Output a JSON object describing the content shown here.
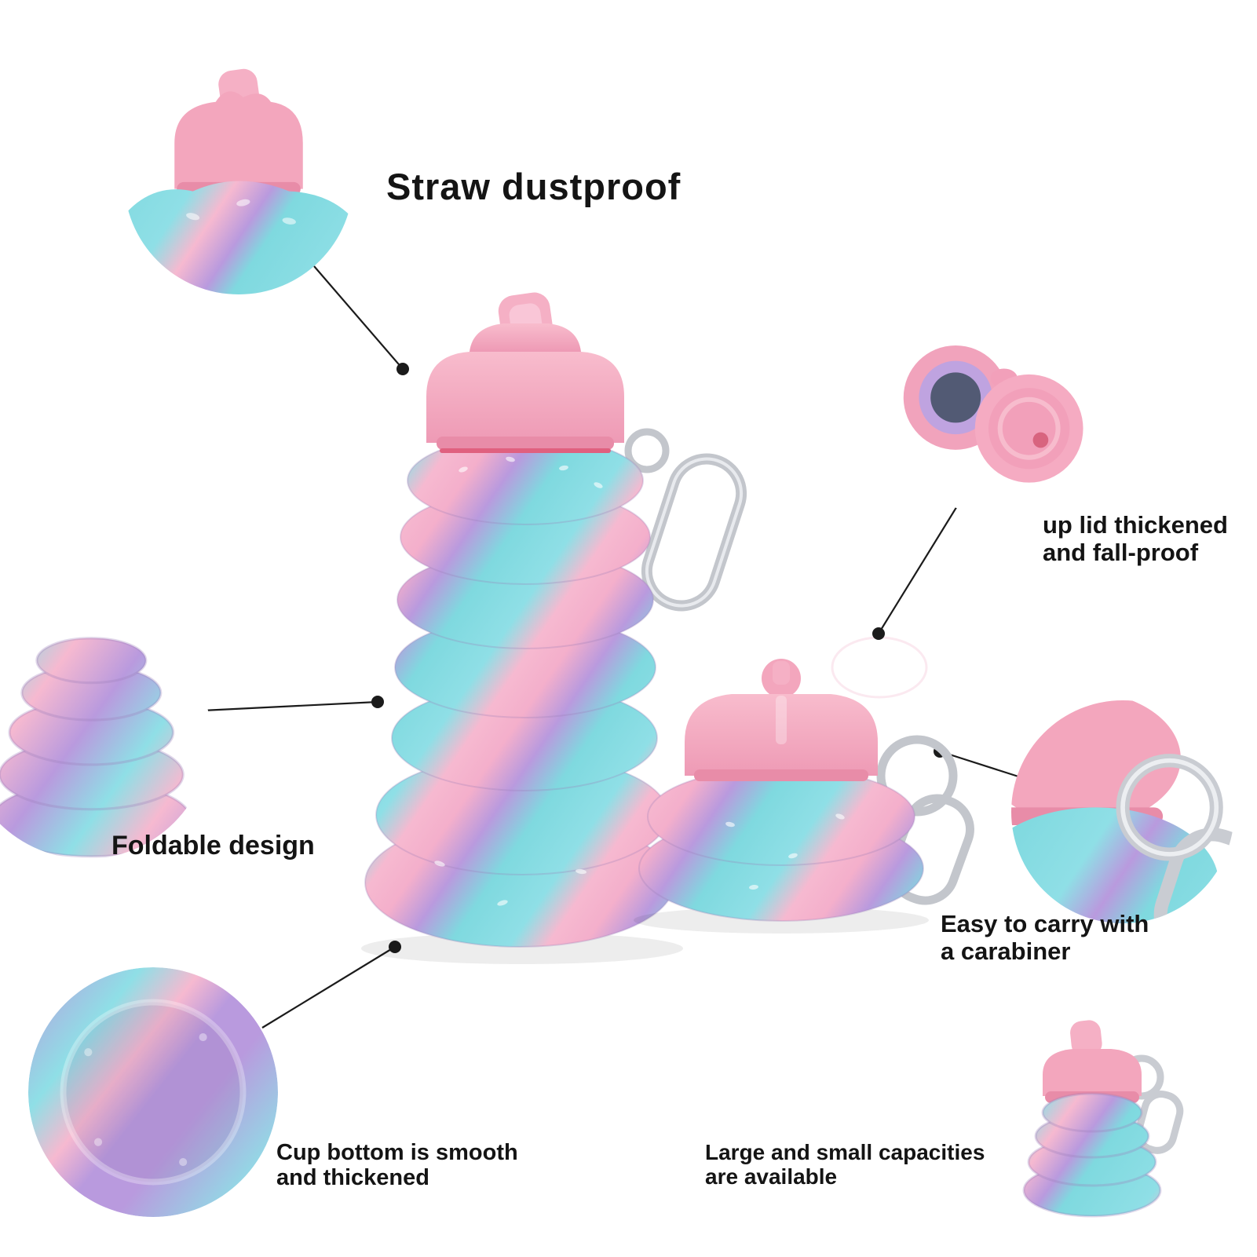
{
  "callouts": {
    "straw": {
      "label": "Straw dustproof"
    },
    "lid": {
      "line1": "up lid thickened",
      "line2": "and fall-proof"
    },
    "foldable": {
      "label": "Foldable design"
    },
    "carry": {
      "line1": "Easy to carry with",
      "line2": "a carabiner"
    },
    "bottom": {
      "line1": "Cup bottom is smooth",
      "line2": "and thickened"
    },
    "capacity": {
      "line1": "Large and small capacities",
      "line2": "are available"
    }
  },
  "colors": {
    "lid_pink": "#f3a6bd",
    "band_pink": "#e88ca8",
    "seal_red": "#e0607f",
    "teal": "#7fd9df",
    "purple": "#b99ade",
    "stripe_pink": "#f6b9d0",
    "carabiner_silver": "#c3c6cc",
    "text": "#141414",
    "background": "#ffffff"
  }
}
